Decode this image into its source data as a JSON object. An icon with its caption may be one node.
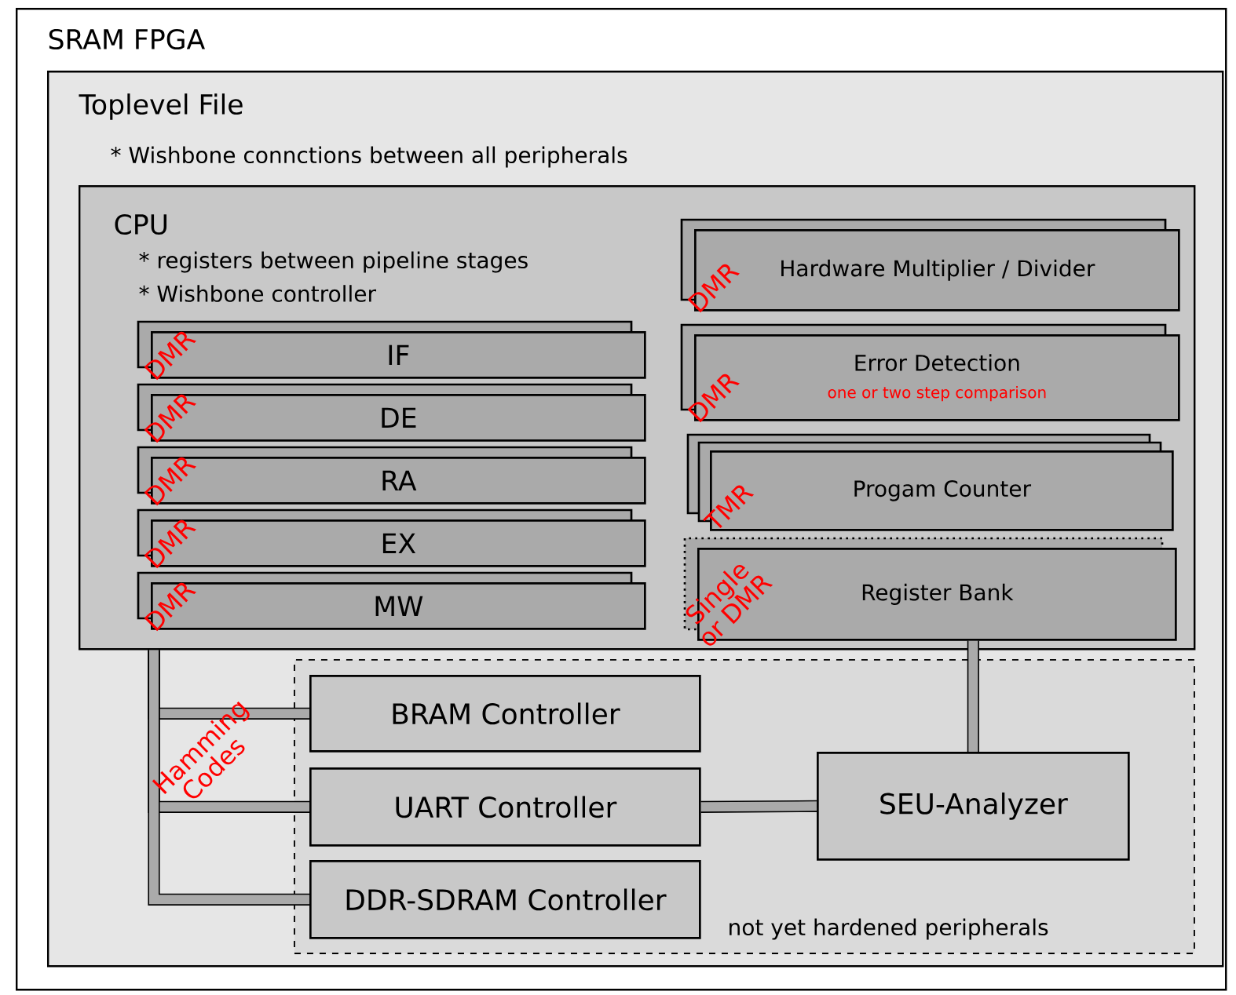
{
  "diagram": {
    "nodes": [
      {
        "text": [
          "SRAM FPGA"
        ]
      },
      {
        "text": [
          "Toplevel File",
          "* Wishbone connctions between all peripherals"
        ],
        "in": 0
      },
      {
        "text": [
          "CPU",
          "* registers between pipeline stages",
          "* Wishbone controller"
        ],
        "in": 1
      },
      {
        "text": [
          "IF",
          "DMR"
        ],
        "in": 2
      },
      {
        "text": [
          "DE",
          "DMR"
        ],
        "in": 2
      },
      {
        "text": [
          "RA",
          "DMR"
        ],
        "in": 2
      },
      {
        "text": [
          "EX",
          "DMR"
        ],
        "in": 2
      },
      {
        "text": [
          "MW",
          "DMR"
        ],
        "in": 2
      },
      {
        "text": [
          "Hardware Multiplier / Divider",
          "DMR"
        ],
        "in": 2
      },
      {
        "text": [
          "Error Detection",
          "one or two step comparison",
          "DMR"
        ],
        "in": 2
      },
      {
        "text": [
          "Progam Counter",
          "TMR"
        ],
        "in": 2
      },
      {
        "text": [
          "Register Bank",
          "Single or DMR"
        ],
        "in": 2
      },
      {
        "text": [
          "not yet hardened peripherals"
        ],
        "in": 1
      },
      {
        "text": [
          "BRAM Controller"
        ],
        "in": 12
      },
      {
        "text": [
          "UART Controller"
        ],
        "in": 12
      },
      {
        "text": [
          "DDR-SDRAM Controller"
        ],
        "in": 12
      },
      {
        "text": [
          "SEU-Analyzer"
        ],
        "in": 12
      }
    ],
    "edges": [
      {
        "from": 2,
        "to": 13,
        "arrow": "none",
        "label": "Hamming Codes"
      },
      {
        "from": 2,
        "to": 14,
        "arrow": "none"
      },
      {
        "from": 2,
        "to": 15,
        "arrow": "none"
      },
      {
        "from": 14,
        "to": 16,
        "arrow": "none"
      },
      {
        "from": 11,
        "to": 16,
        "arrow": "none"
      }
    ]
  }
}
